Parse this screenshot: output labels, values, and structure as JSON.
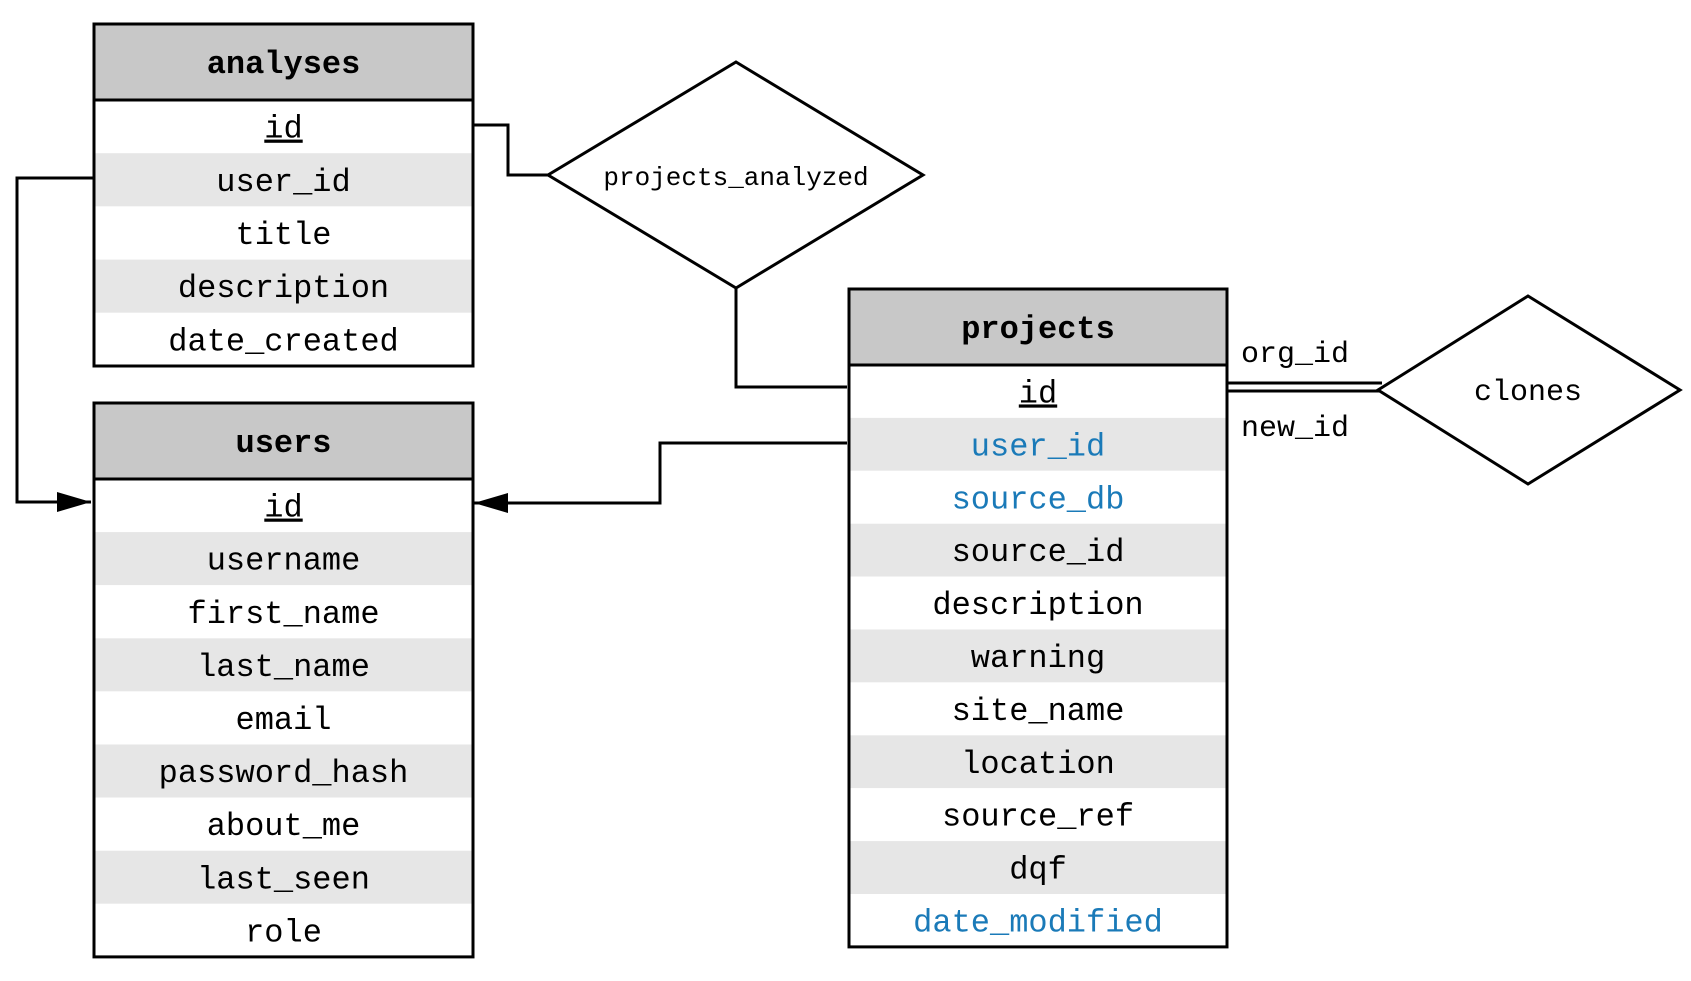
{
  "colors": {
    "header_fill": "#c8c8c8",
    "row_alt_fill": "#e6e6e6",
    "row_fill": "#ffffff",
    "stroke": "#000000",
    "text": "#000000",
    "highlight_text": "#1a7ab8"
  },
  "entities": [
    {
      "key": "analyses",
      "title": "analyses",
      "fields": [
        {
          "name": "id",
          "primary_key": true
        },
        {
          "name": "user_id"
        },
        {
          "name": "title"
        },
        {
          "name": "description"
        },
        {
          "name": "date_created"
        }
      ]
    },
    {
      "key": "users",
      "title": "users",
      "fields": [
        {
          "name": "id",
          "primary_key": true
        },
        {
          "name": "username"
        },
        {
          "name": "first_name"
        },
        {
          "name": "last_name"
        },
        {
          "name": "email"
        },
        {
          "name": "password_hash"
        },
        {
          "name": "about_me"
        },
        {
          "name": "last_seen"
        },
        {
          "name": "role"
        }
      ]
    },
    {
      "key": "projects",
      "title": "projects",
      "fields": [
        {
          "name": "id",
          "primary_key": true
        },
        {
          "name": "user_id",
          "highlight": true
        },
        {
          "name": "source_db",
          "highlight": true
        },
        {
          "name": "source_id"
        },
        {
          "name": "description"
        },
        {
          "name": "warning"
        },
        {
          "name": "site_name"
        },
        {
          "name": "location"
        },
        {
          "name": "source_ref"
        },
        {
          "name": "dqf"
        },
        {
          "name": "date_modified",
          "highlight": true
        }
      ]
    }
  ],
  "relationships": [
    {
      "key": "projects_analyzed",
      "label": "projects_analyzed"
    },
    {
      "key": "clones",
      "label": "clones"
    }
  ],
  "edge_labels": {
    "org_id": "org_id",
    "new_id": "new_id"
  }
}
